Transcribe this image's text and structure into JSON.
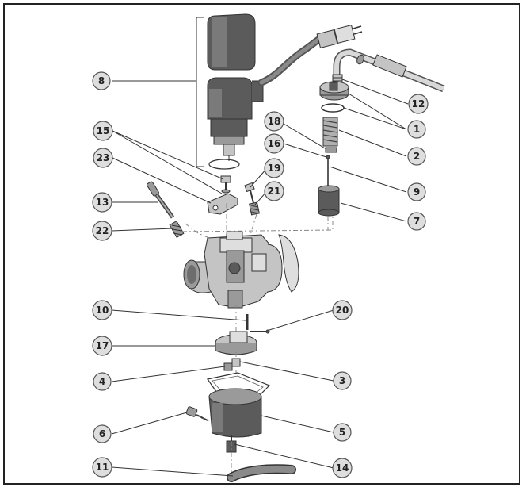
{
  "callouts": [
    {
      "id": "8",
      "label": "8",
      "target": "coil-assembly"
    },
    {
      "id": "12",
      "label": "12",
      "target": "cable-adjuster"
    },
    {
      "id": "1",
      "label": "1",
      "target": "cover"
    },
    {
      "id": "2",
      "label": "2",
      "target": "spring"
    },
    {
      "id": "18",
      "label": "18",
      "target": "spring-seat"
    },
    {
      "id": "16",
      "label": "16",
      "target": "clip"
    },
    {
      "id": "9",
      "label": "9",
      "target": "needle"
    },
    {
      "id": "7",
      "label": "7",
      "target": "slide"
    },
    {
      "id": "15",
      "label": "15",
      "target": "screw"
    },
    {
      "id": "23",
      "label": "23",
      "target": "bracket"
    },
    {
      "id": "19",
      "label": "19",
      "target": "idle-screw"
    },
    {
      "id": "21",
      "label": "21",
      "target": "idle-spring"
    },
    {
      "id": "13",
      "label": "13",
      "target": "mixture-screw"
    },
    {
      "id": "22",
      "label": "22",
      "target": "mixture-spring"
    },
    {
      "id": "10",
      "label": "10",
      "target": "float-pin"
    },
    {
      "id": "20",
      "label": "20",
      "target": "float-needle"
    },
    {
      "id": "17",
      "label": "17",
      "target": "float"
    },
    {
      "id": "4",
      "label": "4",
      "target": "main-jet"
    },
    {
      "id": "3",
      "label": "3",
      "target": "jet-holder"
    },
    {
      "id": "5",
      "label": "5",
      "target": "float-bowl"
    },
    {
      "id": "6",
      "label": "6",
      "target": "bowl-screw"
    },
    {
      "id": "14",
      "label": "14",
      "target": "drain-screw"
    },
    {
      "id": "11",
      "label": "11",
      "target": "drain-hose"
    }
  ]
}
